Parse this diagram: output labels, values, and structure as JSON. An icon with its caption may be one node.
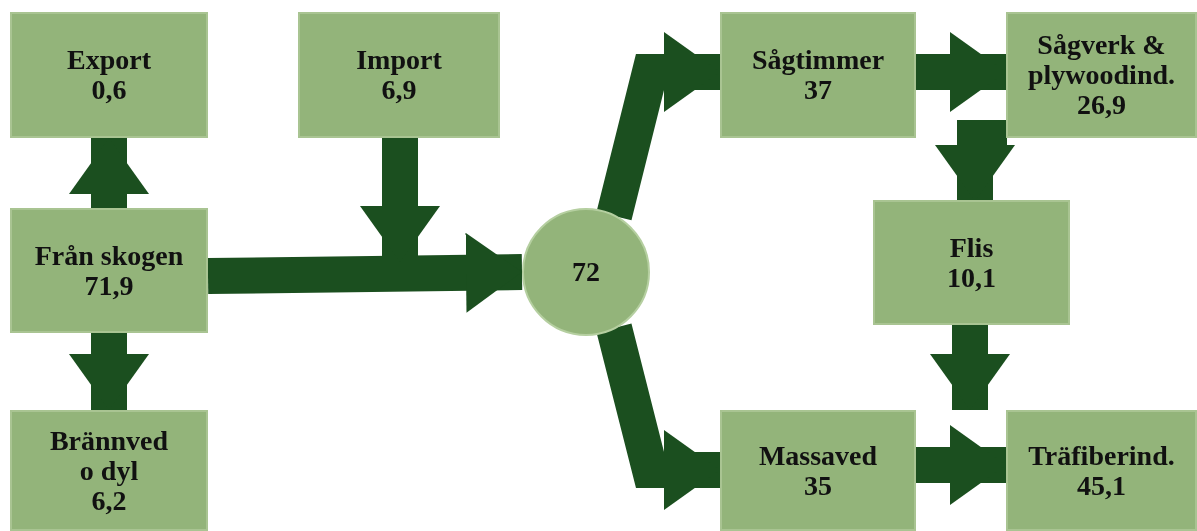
{
  "diagram": {
    "nodes": [
      {
        "text": [
          "Export",
          "0,6"
        ]
      },
      {
        "text": [
          "Import",
          "6,9"
        ]
      },
      {
        "text": [
          "Från skogen",
          "71,9"
        ]
      },
      {
        "text": [
          "Brännved o dyl",
          "6,2"
        ]
      },
      {
        "text": [
          "72"
        ]
      },
      {
        "text": [
          "Sågtimmer",
          "37"
        ]
      },
      {
        "text": [
          "Sågverk & plywoodind.",
          "26,9"
        ]
      },
      {
        "text": [
          "Flis",
          "10,1"
        ]
      },
      {
        "text": [
          "Massaved",
          "35"
        ]
      },
      {
        "text": [
          "Träfiberind.",
          "45,1"
        ]
      }
    ],
    "edges": [
      {
        "from": 2,
        "to": 0,
        "arrow": "to"
      },
      {
        "from": 2,
        "to": 3,
        "arrow": "to"
      },
      {
        "from": 2,
        "to": 4,
        "arrow": "to"
      },
      {
        "from": 1,
        "to": 4,
        "arrow": "to"
      },
      {
        "from": 4,
        "to": 5,
        "arrow": "to"
      },
      {
        "from": 4,
        "to": 8,
        "arrow": "to"
      },
      {
        "from": 5,
        "to": 6,
        "arrow": "to"
      },
      {
        "from": 6,
        "to": 7,
        "arrow": "to"
      },
      {
        "from": 7,
        "to": 9,
        "arrow": "to"
      },
      {
        "from": 8,
        "to": 9,
        "arrow": "to"
      }
    ]
  }
}
